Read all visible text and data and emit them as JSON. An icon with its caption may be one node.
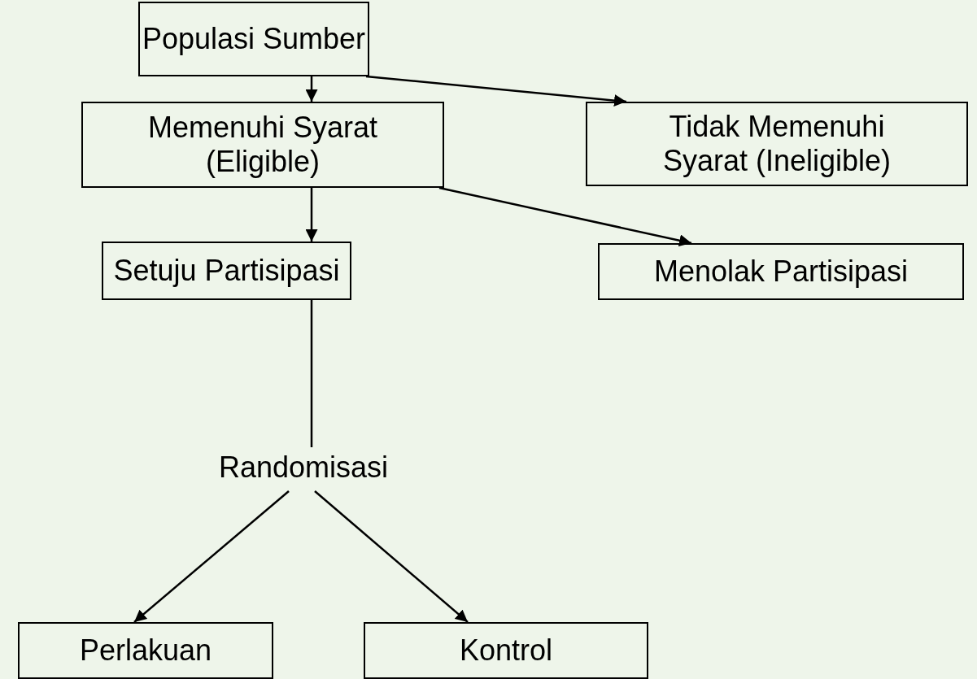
{
  "diagram": {
    "nodes": [
      {
        "text": [
          "Populasi Sumber"
        ]
      },
      {
        "text": [
          "Memenuhi Syarat (Eligible)"
        ]
      },
      {
        "text": [
          "Tidak Memenuhi Syarat (Ineligible)"
        ]
      },
      {
        "text": [
          "Setuju Partisipasi"
        ]
      },
      {
        "text": [
          "Menolak Partisipasi"
        ]
      },
      {
        "text": [
          "Randomisasi"
        ]
      },
      {
        "text": [
          "Perlakuan"
        ]
      },
      {
        "text": [
          "Kontrol"
        ]
      }
    ],
    "edges": [
      {
        "from": 0,
        "to": 1,
        "arrow": "to"
      },
      {
        "from": 0,
        "to": 2,
        "arrow": "to"
      },
      {
        "from": 1,
        "to": 3,
        "arrow": "to"
      },
      {
        "from": 1,
        "to": 4,
        "arrow": "to"
      },
      {
        "from": 3,
        "to": 5,
        "arrow": "none"
      },
      {
        "from": 5,
        "to": 6,
        "arrow": "to"
      },
      {
        "from": 5,
        "to": 7,
        "arrow": "to"
      }
    ]
  }
}
